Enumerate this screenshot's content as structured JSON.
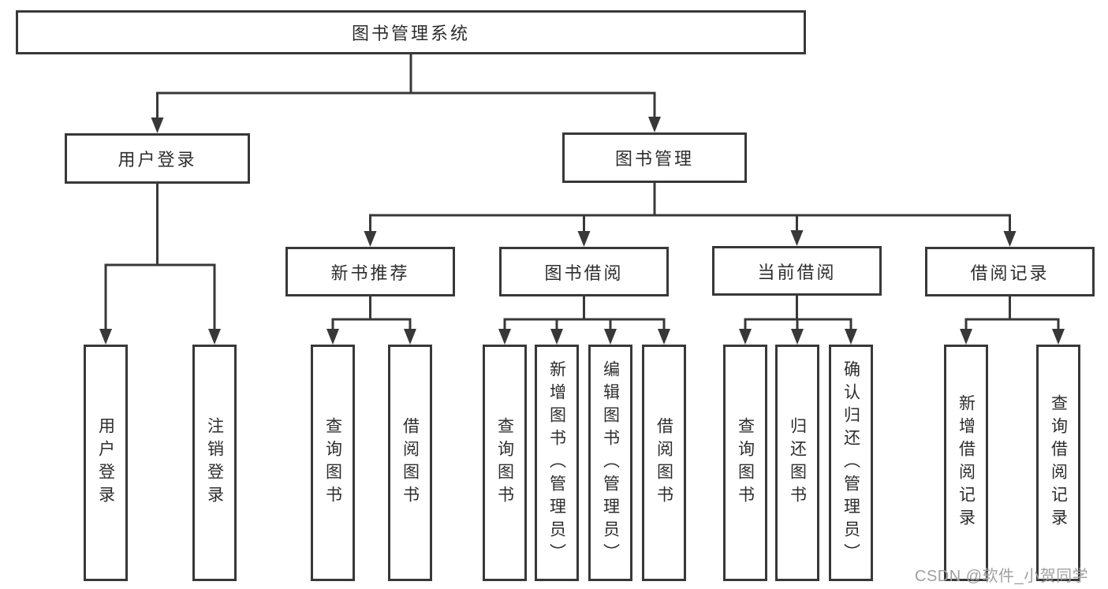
{
  "colors": {
    "line": "#383838",
    "text": "#2d2d2d",
    "box_bg": "#ffffff",
    "watermark": "#a0a0a0",
    "background": "#ffffff"
  },
  "nodes": {
    "root": {
      "label": "图书管理系统"
    },
    "user_login": {
      "label": "用户登录"
    },
    "book_management": {
      "label": "图书管理"
    },
    "new_book_recommend": {
      "label": "新书推荐"
    },
    "book_borrowing": {
      "label": "图书借阅"
    },
    "current_borrowing": {
      "label": "当前借阅"
    },
    "borrowing_records": {
      "label": "借阅记录"
    },
    "login_leaf": {
      "label": "用户登录"
    },
    "logout_leaf": {
      "label": "注销登录"
    },
    "recommend_query_books": {
      "label": "查询图书"
    },
    "recommend_borrow_books": {
      "label": "借阅图书"
    },
    "borrowing_query_books": {
      "label": "查询图书"
    },
    "borrowing_add_books": {
      "label": "新增图书（管理员）"
    },
    "borrowing_edit_books": {
      "label": "编辑图书（管理员）"
    },
    "borrowing_borrow_books": {
      "label": "借阅图书"
    },
    "current_query_books": {
      "label": "查询图书"
    },
    "current_return_books": {
      "label": "归还图书"
    },
    "current_confirm_return": {
      "label": "确认归还（管理员）"
    },
    "records_add_record": {
      "label": "新增借阅记录"
    },
    "records_query_record": {
      "label": "查询借阅记录"
    }
  },
  "watermark": {
    "text": "CSDN @软件_小贺同学"
  }
}
